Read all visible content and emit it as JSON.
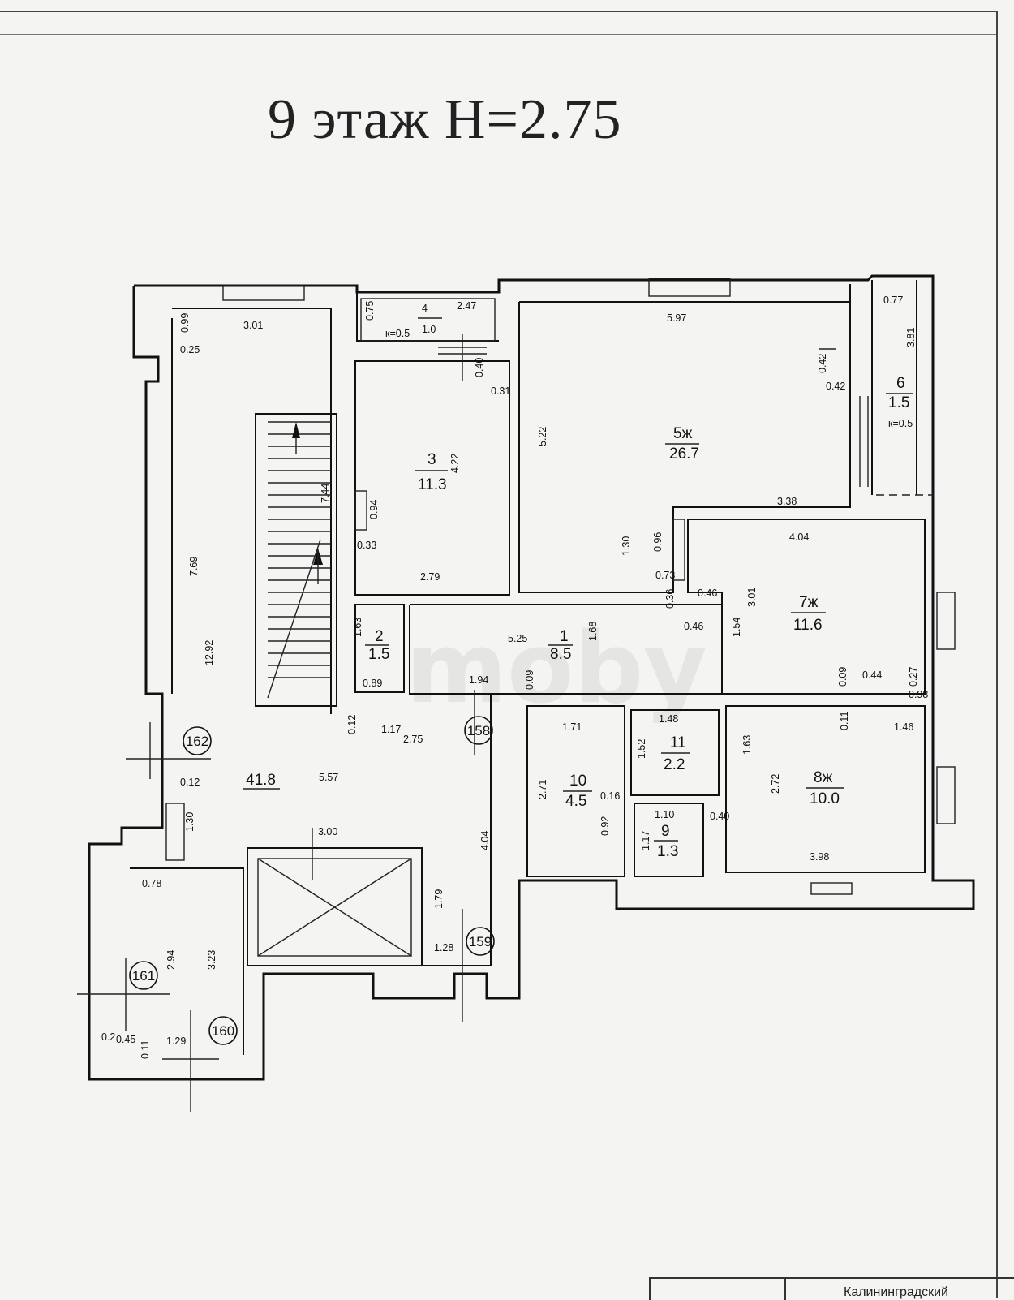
{
  "header": {
    "title": "9 этаж H=2.75"
  },
  "watermark": {
    "text": "moby"
  },
  "rooms": [
    {
      "id": "1",
      "num": "1",
      "area": "8.5"
    },
    {
      "id": "2",
      "num": "2",
      "area": "1.5"
    },
    {
      "id": "3",
      "num": "3",
      "area": "11.3"
    },
    {
      "id": "4",
      "num": "4",
      "area": "1.0",
      "note": "к=0.5"
    },
    {
      "id": "5",
      "num": "5ж",
      "area": "26.7"
    },
    {
      "id": "6",
      "num": "6",
      "area": "1.5",
      "note": "к=0.5"
    },
    {
      "id": "7",
      "num": "7ж",
      "area": "11.6"
    },
    {
      "id": "8",
      "num": "8ж",
      "area": "10.0"
    },
    {
      "id": "9",
      "num": "9",
      "area": "1.3"
    },
    {
      "id": "10",
      "num": "10",
      "area": "4.5"
    },
    {
      "id": "11",
      "num": "11",
      "area": "2.2"
    },
    {
      "id": "common",
      "num": "",
      "area": "41.8"
    }
  ],
  "circles": [
    "162",
    "158",
    "159",
    "161",
    "160"
  ],
  "dimensions": [
    "3.01",
    "0.99",
    "0.25",
    "7.69",
    "12.92",
    "0.12",
    "1.30",
    "0.78",
    "2.94",
    "3.23",
    "0.45",
    "0.11",
    "1.29",
    "0.2",
    "0.75",
    "2.47",
    "0.40",
    "0.31",
    "4.22",
    "0.94",
    "0.33",
    "2.79",
    "1.63",
    "0.89",
    "0.12",
    "1.17",
    "2.75",
    "1.94",
    "0.09",
    "5.25",
    "1.68",
    "7.44",
    "5.97",
    "0.42",
    "0.42",
    "5.22",
    "3.38",
    "1.30",
    "0.96",
    "0.73",
    "0.36",
    "0.77",
    "3.81",
    "4.04",
    "0.46",
    "0.46",
    "3.01",
    "1.54",
    "0.09",
    "0.44",
    "0.27",
    "0.98",
    "1.71",
    "1.48",
    "0.11",
    "1.46",
    "1.52",
    "1.63",
    "2.72",
    "2.71",
    "0.16",
    "0.92",
    "1.10",
    "1.17",
    "0.40",
    "3.98",
    "5.57",
    "3.00",
    "4.04",
    "1.79",
    "1.28"
  ],
  "stamp": {
    "text": "Калининградский"
  }
}
